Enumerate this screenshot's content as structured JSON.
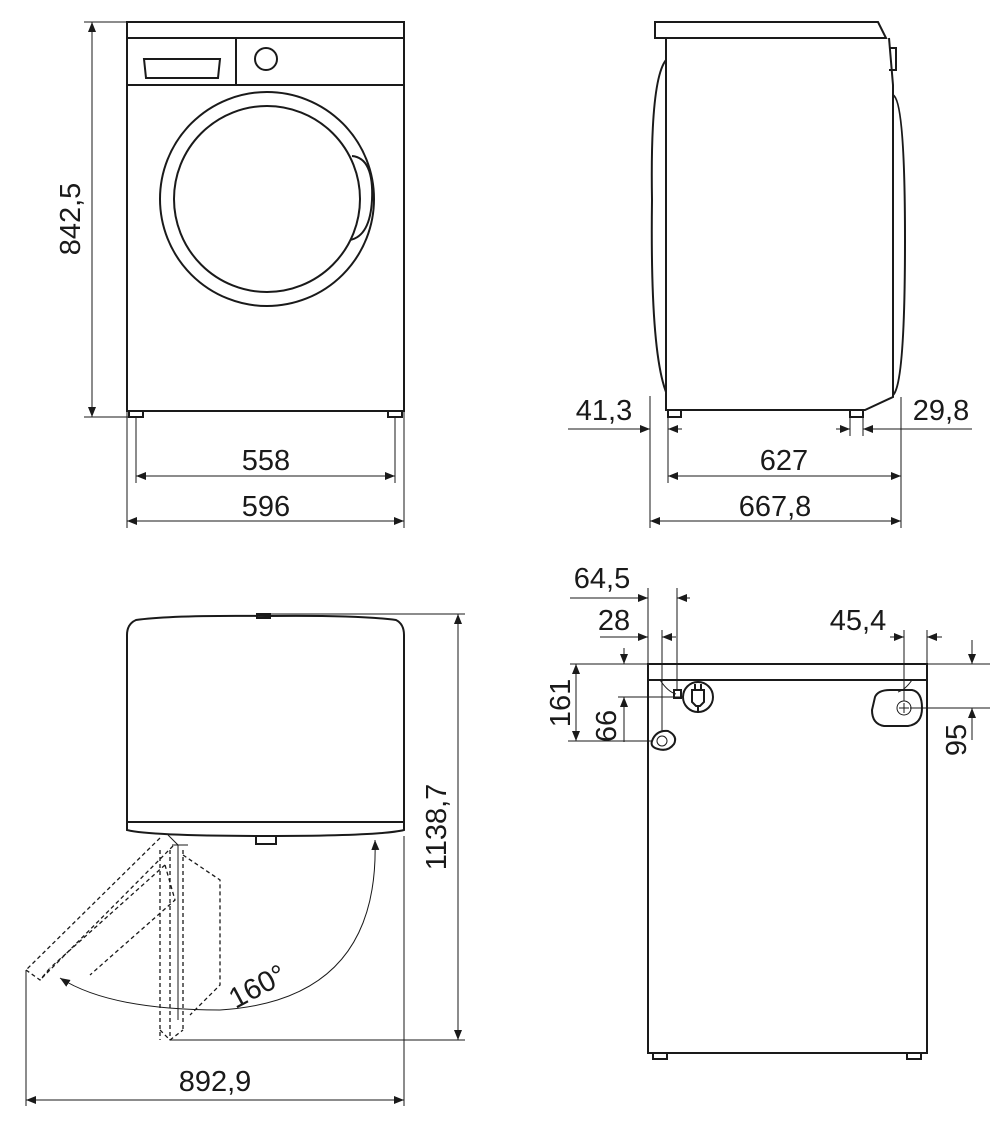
{
  "front_view": {
    "height": "842,5",
    "inner_width": "558",
    "width": "596"
  },
  "side_view": {
    "rear_offset": "41,3",
    "front_offset": "29,8",
    "depth": "627",
    "total_depth": "667,8"
  },
  "top_view": {
    "open_depth": "1138,7",
    "open_width": "892,9",
    "door_angle": "160°"
  },
  "rear_view": {
    "d_64_5": "64,5",
    "d_28": "28",
    "d_45_4": "45,4",
    "d_161": "161",
    "d_66": "66",
    "d_95": "95"
  }
}
